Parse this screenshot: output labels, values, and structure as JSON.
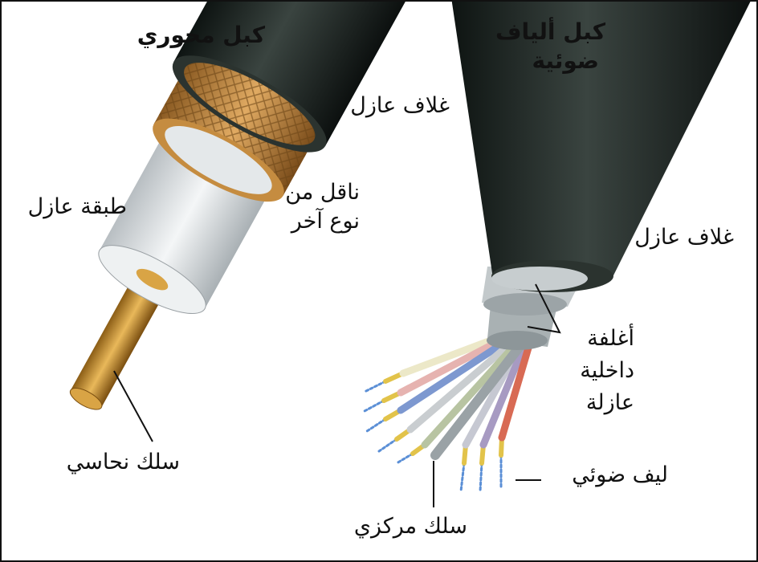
{
  "coax": {
    "title": "كبل محوري",
    "jacket_label": "غلاف عازل",
    "outer_conductor_label": [
      "ناقل من",
      "نوع آخر"
    ],
    "insulation_label": "طبقة عازل",
    "core_label": "سلك نحاسي"
  },
  "fiber": {
    "title": [
      "كبل ألياف",
      "ضوئية"
    ],
    "jacket_label": "غلاف عازل",
    "inner_sheaths_label": [
      "أغلفة",
      "داخلية",
      "عازلة"
    ],
    "fiber_label": "ليف ضوئي",
    "center_wire_label": "سلك مركزي"
  },
  "colors": {
    "jacket": "#1f2623",
    "braid": "#c98f45",
    "insulation": "#e4e8ea",
    "copper": "#c8922f",
    "sheath": "#b8bec0"
  }
}
